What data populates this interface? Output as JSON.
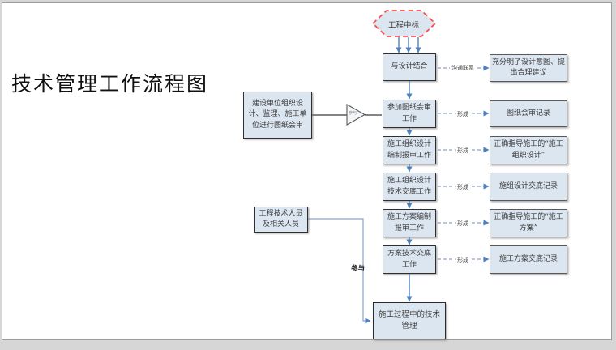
{
  "page": {
    "title": "技术管理工作流程图"
  },
  "colors": {
    "box_fill": "#dce6f1",
    "box_border_dark": "#2f2f2f",
    "box_border_gray": "#595959",
    "arrow_blue": "#4f81bd",
    "dashed_blue": "#8aa5d0",
    "start_border_red": "#ff4d4d"
  },
  "flowchart": {
    "start": {
      "label": "工程中标"
    },
    "steps": [
      {
        "label": "与设计结合",
        "link": "沟通联系",
        "result": "充分明了设计意图、提出合理建议"
      },
      {
        "label": "参加图纸会审工作",
        "link": "形成",
        "result": "图纸会审记录"
      },
      {
        "label": "施工组织设计编制报审工作",
        "link": "形成",
        "result": "正确指导施工的“施工组织设计”"
      },
      {
        "label": "施工组织设计技术交底工作",
        "link": "形成",
        "result": "施组设计交底记录"
      },
      {
        "label": "施工方案编制报审工作",
        "link": "形成",
        "result": "正确指导施工的“施工方案”"
      },
      {
        "label": "方案技术交底工作",
        "link": "形成",
        "result": "施工方案交底记录"
      }
    ],
    "side_inputs": {
      "drawing_review_org": "建设单位组织设计、监理、施工单位进行图纸会审",
      "personnel": "工程技术人员及相关人员"
    },
    "triangle_label": "参与",
    "participate_label": "参与",
    "final": {
      "label": "施工过程中的技术管理"
    }
  }
}
